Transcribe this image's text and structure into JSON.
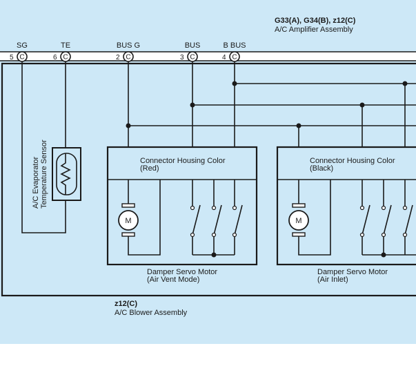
{
  "amplifier": {
    "title": "G33(A), G34(B), z12(C)",
    "name": "A/C Amplifier Assembly"
  },
  "terminals": [
    {
      "label": "SG",
      "pin": "5",
      "conn": "C"
    },
    {
      "label": "TE",
      "pin": "6",
      "conn": "C"
    },
    {
      "label": "BUS G",
      "pin": "2",
      "conn": "C"
    },
    {
      "label": "BUS",
      "pin": "3",
      "conn": "C"
    },
    {
      "label": "B BUS",
      "pin": "4",
      "conn": "C"
    }
  ],
  "sensor": {
    "line1": "A/C Evaporator",
    "line2": "Temperature Sensor"
  },
  "servo_left": {
    "housing_line1": "Connector Housing Color",
    "housing_line2": "(Red)",
    "motor_symbol": "M",
    "name_line1": "Damper Servo Motor",
    "name_line2": "(Air Vent Mode)"
  },
  "servo_right": {
    "housing_line1": "Connector Housing Color",
    "housing_line2": "(Black)",
    "motor_symbol": "M",
    "name_line1": "Damper Servo Motor",
    "name_line2": "(Air Inlet)"
  },
  "blower": {
    "title": "z12(C)",
    "name": "A/C Blower Assembly"
  },
  "colors": {
    "panel_bg": "#cde8f7",
    "line": "#1a1a1a"
  }
}
